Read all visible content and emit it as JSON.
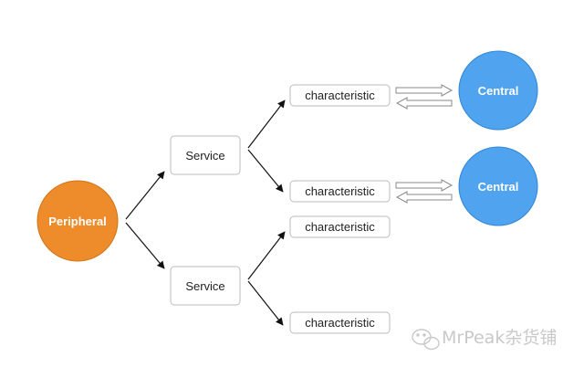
{
  "colors": {
    "peripheral": "#ee8b2a",
    "central": "#4fa3ef",
    "box_border": "#bbbbbb",
    "line": "#111111",
    "double_arrow": "#8a8a8a",
    "watermark": "#c9c9c9"
  },
  "peripheral": {
    "label": "Peripheral"
  },
  "services": [
    {
      "label": "Service"
    },
    {
      "label": "Service"
    }
  ],
  "characteristics": [
    {
      "label": "characteristic"
    },
    {
      "label": "characteristic"
    },
    {
      "label": "characteristic"
    },
    {
      "label": "characteristic"
    }
  ],
  "centrals": [
    {
      "label": "Central"
    },
    {
      "label": "Central"
    }
  ],
  "watermark": {
    "text": "MrPeak杂货铺",
    "icon": "wechat-icon"
  }
}
